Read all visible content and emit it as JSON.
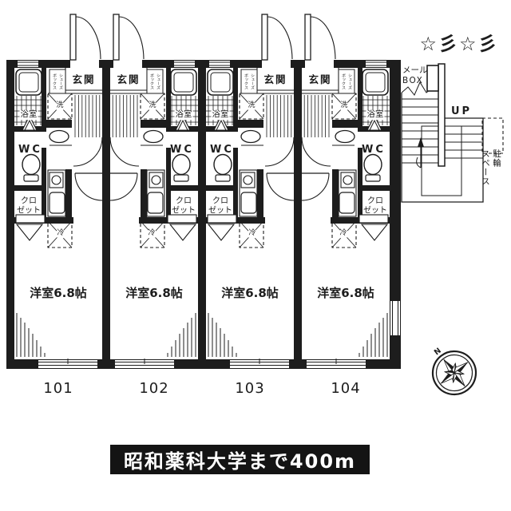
{
  "colors": {
    "ink": "#1d1d1d",
    "paper": "#ffffff",
    "banner_bg": "#141414",
    "banner_text": "#ffffff"
  },
  "decor": {
    "stars": "☆彡☆彡"
  },
  "common": {
    "mail_line1": "メール",
    "mail_line2": "BOX",
    "up": "UP",
    "bike_col1": "駐輪",
    "bike_col2": "スペース",
    "north": "N"
  },
  "unit_labels": {
    "genkan": "玄関",
    "shoebox_col1": "シューズ",
    "shoebox_col2": "ボックス",
    "bath": "浴室",
    "washer": "洗",
    "wc": "WC",
    "closet_line1": "クロ",
    "closet_line2": "ゼット",
    "fridge": "冷",
    "room": "洋室6.8帖"
  },
  "units": [
    {
      "number": "101"
    },
    {
      "number": "102"
    },
    {
      "number": "103"
    },
    {
      "number": "104"
    }
  ],
  "banner": {
    "text": "昭和薬科大学まで400m"
  }
}
